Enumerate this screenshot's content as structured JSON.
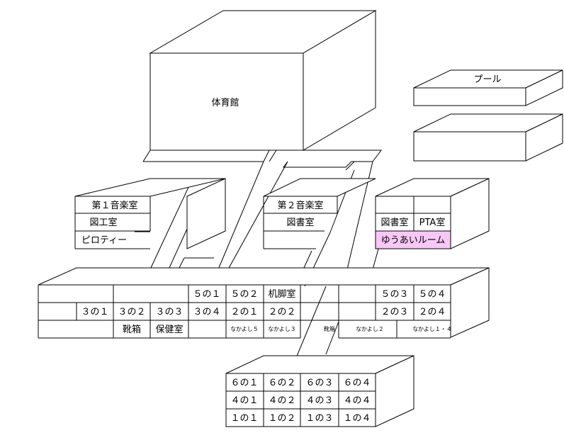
{
  "colors": {
    "highlight": "#f7c8f5",
    "line": "#000000",
    "background": "#ffffff"
  },
  "gym": {
    "label": "体育館"
  },
  "pool": {
    "label": "プール"
  },
  "west_annex": {
    "rooms": [
      "第１音楽室",
      "図工室",
      "ピロティー"
    ]
  },
  "center_annex": {
    "rooms": [
      "第２音楽室",
      "図書室"
    ]
  },
  "east_annex": {
    "rooms": [
      "図書室",
      "PTA室",
      "ゆうあいルーム"
    ]
  },
  "main_building": {
    "row1": [
      "５の１",
      "５の２",
      "机脚室",
      "５の３",
      "５の４"
    ],
    "row2": [
      "３の１",
      "３の２",
      "３の３",
      "３の４",
      "２の１",
      "２の２",
      "２の３",
      "２の４"
    ],
    "row3": [
      "靴箱",
      "保健室",
      "なかよし５",
      "なかよし３",
      "靴箱",
      "なかよし２",
      "なかよし１・４"
    ]
  },
  "south_building": {
    "row1": [
      "６の１",
      "６の２",
      "６の３",
      "６の４"
    ],
    "row2": [
      "４の１",
      "４の２",
      "４の３",
      "４の４"
    ],
    "row3": [
      "１の１",
      "１の２",
      "１の３",
      "１の４"
    ]
  }
}
